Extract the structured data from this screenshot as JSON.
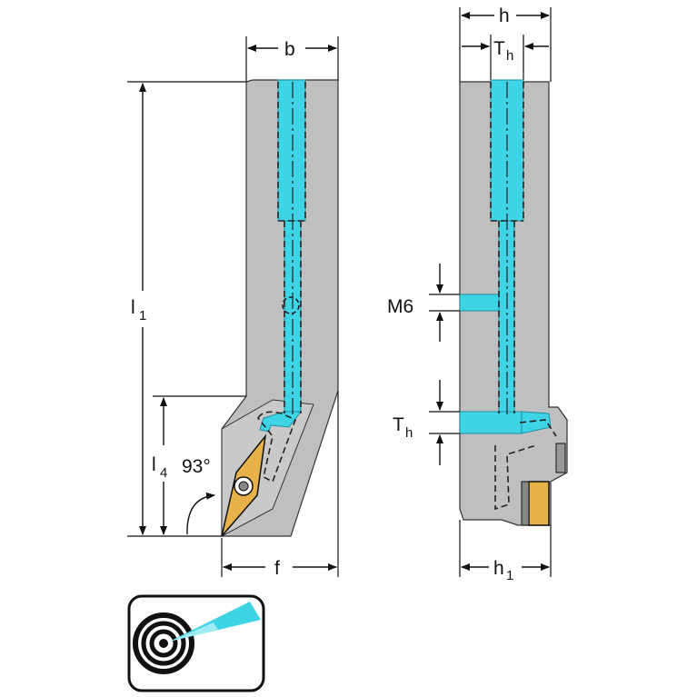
{
  "labels": {
    "b": "b",
    "h": "h",
    "th_main": "T",
    "th_sub": "h",
    "l1_main": "l",
    "l1_sub": "1",
    "l4_main": "l",
    "l4_sub": "4",
    "angle": "93°",
    "f": "f",
    "m6": "M6",
    "th2_main": "T",
    "th2_sub": "h",
    "h1_main": "h",
    "h1_sub": "1"
  },
  "colors": {
    "body": "#bfbfbf",
    "coolant": "#3fd3e6",
    "insert": "#e8b24a",
    "icon_bg": "#ffffff"
  },
  "icon": {
    "name": "internal-coolant-target-icon"
  }
}
